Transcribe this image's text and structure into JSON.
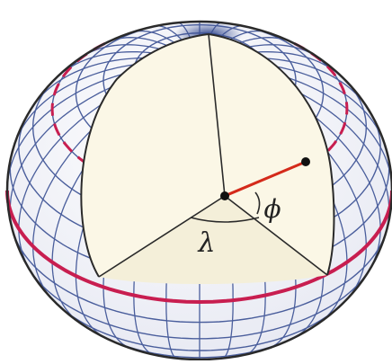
{
  "labels": {
    "longitude": "λ",
    "latitude": "ϕ"
  },
  "colors": {
    "grid": "#4a5e9c",
    "grid_light": "#9aa6cc",
    "highlight": "#c81e50",
    "radius": "#d42a1a",
    "wedge_face": "#fbf7e6",
    "outline": "#2a2a2a",
    "sphere_fill": "#f7f7fb"
  },
  "features": [
    "equator-highlight",
    "parallel-highlight",
    "cutaway-wedge",
    "latitude-arc",
    "longitude-arc"
  ]
}
